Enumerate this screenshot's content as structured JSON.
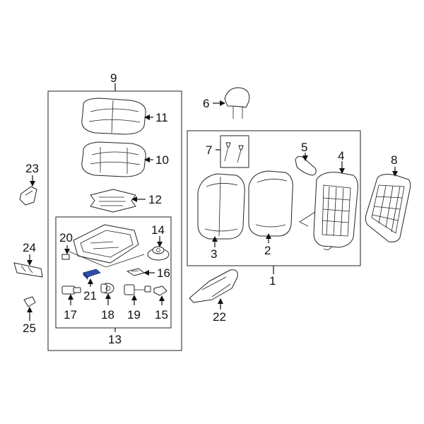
{
  "diagram": {
    "callouts": [
      "1",
      "2",
      "3",
      "4",
      "5",
      "6",
      "7",
      "8",
      "9",
      "10",
      "11",
      "12",
      "13",
      "14",
      "15",
      "16",
      "17",
      "18",
      "19",
      "20",
      "21",
      "22",
      "23",
      "24",
      "25"
    ],
    "highlight_part": "21",
    "colors": {
      "line": "#222222",
      "highlight_fill": "#2f4ea8",
      "background": "#ffffff"
    }
  }
}
